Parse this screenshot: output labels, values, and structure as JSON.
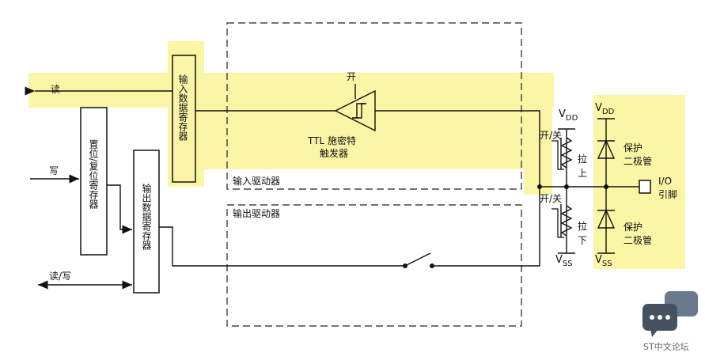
{
  "labels": {
    "read": "读",
    "write": "写",
    "read_write": "读/写",
    "input_data_register": "输入数据寄存器",
    "set_reset_register": "置位/复位寄存器",
    "output_data_register": "输出数据寄存器",
    "on_label": "开",
    "ttl_line1": "TTL 施密特",
    "ttl_line2": "触发器",
    "input_driver": "输入驱动器",
    "output_driver": "输出驱动器",
    "on_off_top": "开/关",
    "on_off_bottom": "开/关",
    "pull_up_1": "拉",
    "pull_up_2": "上",
    "pull_down_1": "拉",
    "pull_down_2": "下",
    "vdd_v_1": "V",
    "vdd_sub_1": "DD",
    "vdd_v_2": "V",
    "vdd_sub_2": "DD",
    "vss_v_1": "V",
    "vss_sub_1": "SS",
    "vss_v_2": "V",
    "vss_sub_2": "SS",
    "protect_diode_top_1": "保护",
    "protect_diode_top_2": "二极管",
    "protect_diode_bottom_1": "保护",
    "protect_diode_bottom_2": "二极管",
    "io_1": "I/O",
    "io_2": "引脚"
  },
  "watermark": {
    "text": "ST中文论坛",
    "icon": "chat-bubble-icon"
  },
  "colors": {
    "highlight": "#fbf5a6",
    "line": "#111111"
  }
}
